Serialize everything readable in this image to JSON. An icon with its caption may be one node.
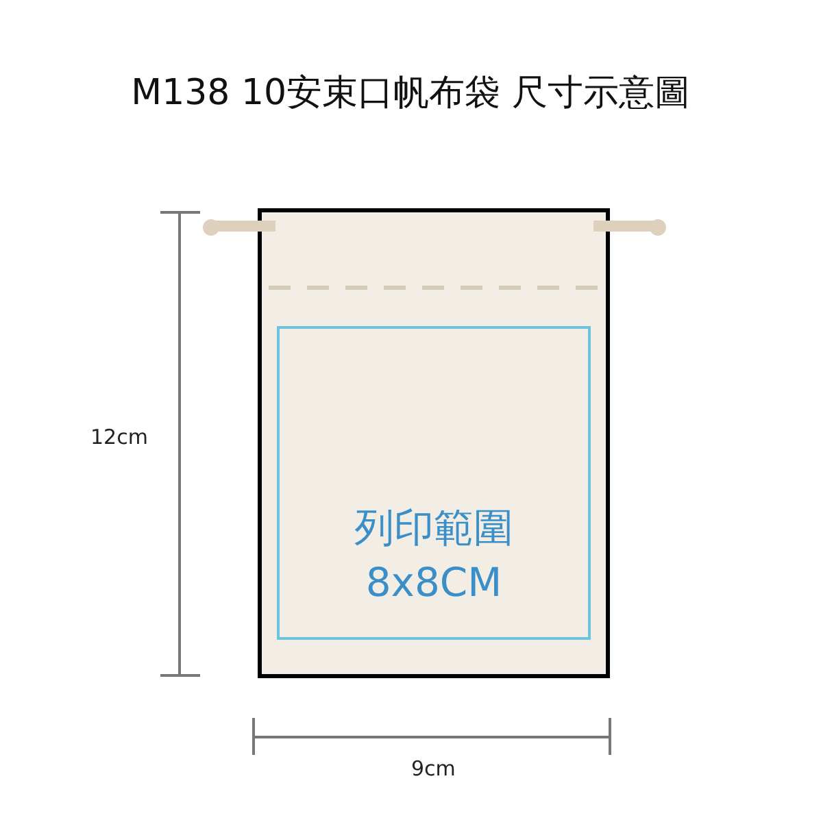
{
  "diagram": {
    "title": "M138 10安束口帆布袋 尺寸示意圖",
    "nodes": [
      {
        "text": [],
        "shape": "box"
      },
      {
        "text": [
          "列印範圍",
          "8x8CM"
        ],
        "in": 0
      }
    ],
    "edges": [],
    "labels": [
      "12cm",
      "9cm"
    ]
  }
}
